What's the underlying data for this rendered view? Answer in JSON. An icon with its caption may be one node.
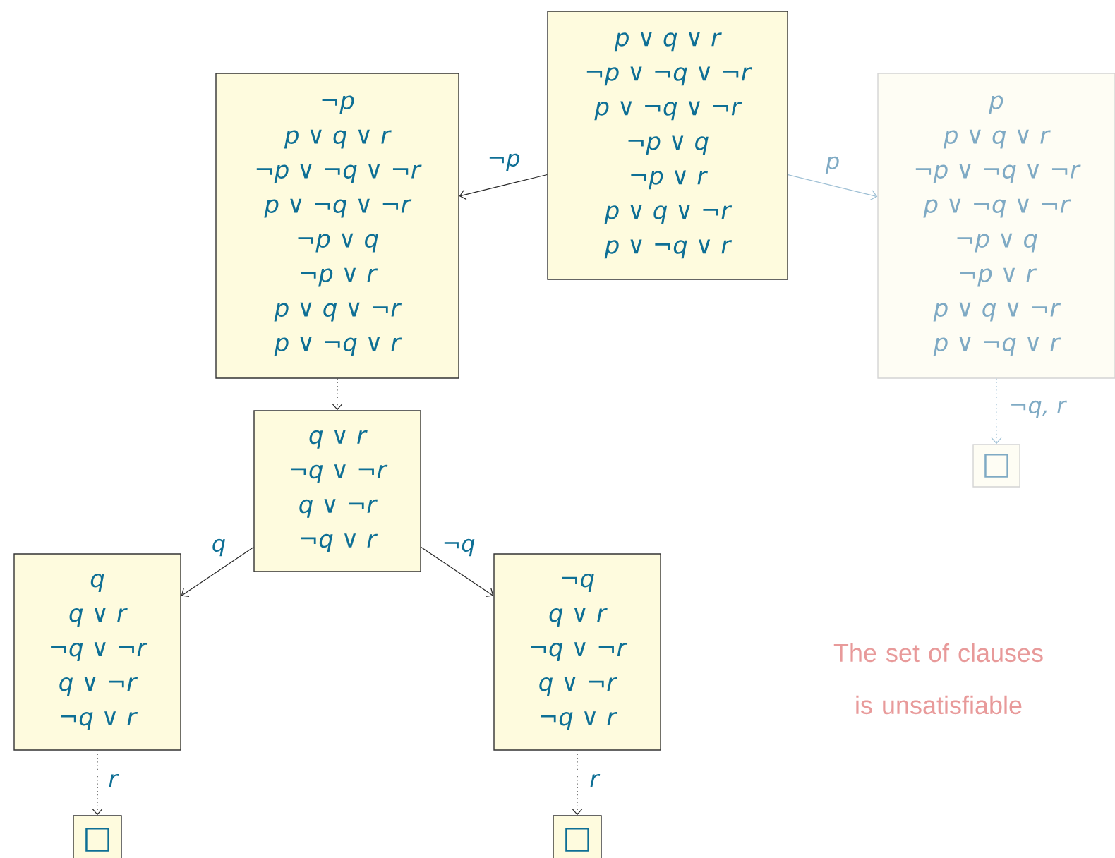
{
  "diagram": {
    "nodes": [
      {
        "text": [
          "p ∨ q ∨ r",
          "¬p ∨ ¬q ∨ ¬r",
          "p ∨ ¬q ∨ ¬r",
          "¬p ∨ q",
          "¬p ∨ r",
          "p ∨ q ∨ ¬r",
          "p ∨ ¬q ∨ r"
        ]
      },
      {
        "text": [
          "¬p",
          "p ∨ q ∨ r",
          "¬p ∨ ¬q ∨ ¬r",
          "p ∨ ¬q ∨ ¬r",
          "¬p ∨ q",
          "¬p ∨ r",
          "p ∨ q ∨ ¬r",
          "p ∨ ¬q ∨ r"
        ]
      },
      {
        "text": [
          "p",
          "p ∨ q ∨ r",
          "¬p ∨ ¬q ∨ ¬r",
          "p ∨ ¬q ∨ ¬r",
          "¬p ∨ q",
          "¬p ∨ r",
          "p ∨ q ∨ ¬r",
          "p ∨ ¬q ∨ r"
        ]
      },
      {
        "text": [
          "q ∨ r",
          "¬q ∨ ¬r",
          "q ∨ ¬r",
          "¬q ∨ r"
        ]
      },
      {
        "text": [
          "q",
          "q ∨ r",
          "¬q ∨ ¬r",
          "q ∨ ¬r",
          "¬q ∨ r"
        ]
      },
      {
        "text": [
          "¬q",
          "q ∨ r",
          "¬q ∨ ¬r",
          "q ∨ ¬r",
          "¬q ∨ r"
        ]
      },
      {
        "text": [
          "□"
        ]
      },
      {
        "text": [
          "□"
        ]
      },
      {
        "text": [
          "□"
        ]
      }
    ],
    "edges": [
      {
        "from": 0,
        "to": 1,
        "arrow": "to",
        "label": "¬p"
      },
      {
        "from": 0,
        "to": 2,
        "arrow": "to",
        "label": "p",
        "color": "#9dbfd4"
      },
      {
        "from": 1,
        "to": 3,
        "arrow": "to",
        "style": "dashed"
      },
      {
        "from": 3,
        "to": 4,
        "arrow": "to",
        "label": "q"
      },
      {
        "from": 3,
        "to": 5,
        "arrow": "to",
        "label": "¬q"
      },
      {
        "from": 4,
        "to": 6,
        "arrow": "to",
        "label": "r",
        "style": "dashed"
      },
      {
        "from": 5,
        "to": 7,
        "arrow": "to",
        "label": "r",
        "style": "dashed"
      },
      {
        "from": 2,
        "to": 8,
        "arrow": "to",
        "label": "¬q, r",
        "style": "dashed",
        "color": "#9dbfd4"
      }
    ],
    "labels": [
      "The set of clauses is unsatisfiable"
    ]
  }
}
